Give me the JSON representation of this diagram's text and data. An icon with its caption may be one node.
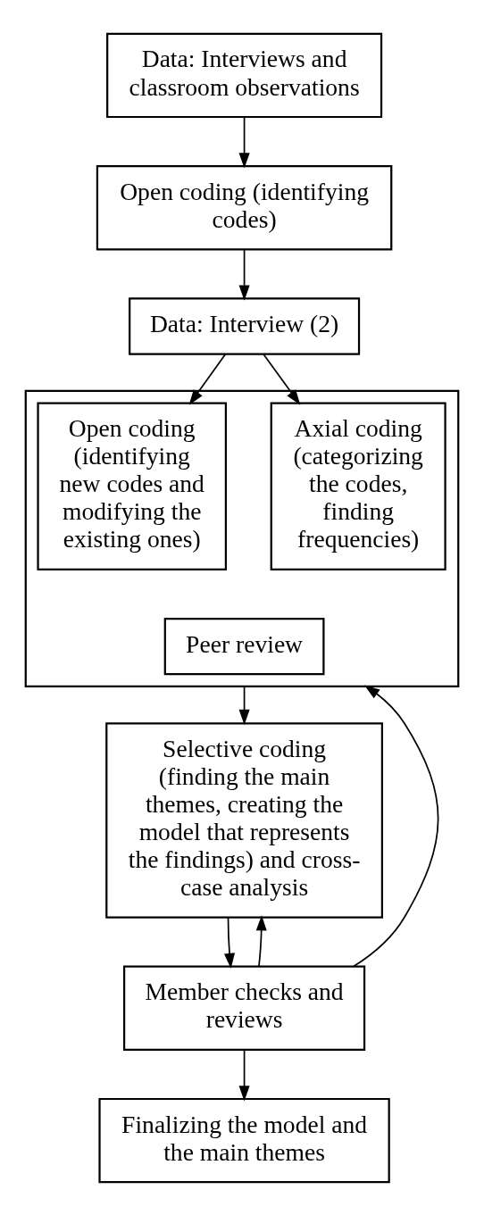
{
  "diagram": {
    "nodes": [
      {
        "text": [
          "Data: Interviews and classroom observations"
        ]
      },
      {
        "text": [
          "Open coding (identifying codes)"
        ]
      },
      {
        "text": [
          "Data: Interview (2)"
        ]
      },
      {
        "text": [],
        "shape": "box"
      },
      {
        "text": [
          "Open coding (identifying new codes and modifying the existing ones)"
        ],
        "in": 3
      },
      {
        "text": [
          "Axial coding (categorizing the codes, finding frequencies)"
        ],
        "in": 3
      },
      {
        "text": [
          "Peer review"
        ],
        "in": 3
      },
      {
        "text": [
          "Selective coding (finding the main themes, creating the model that represents the findings) and cross-case analysis"
        ]
      },
      {
        "text": [
          "Member checks and reviews"
        ]
      },
      {
        "text": [
          "Finalizing the model and the main themes"
        ]
      }
    ],
    "edges": [
      {
        "from": 0,
        "to": 1,
        "arrow": "to"
      },
      {
        "from": 1,
        "to": 2,
        "arrow": "to"
      },
      {
        "from": 2,
        "to": 4,
        "arrow": "to"
      },
      {
        "from": 2,
        "to": 5,
        "arrow": "to"
      },
      {
        "from": 3,
        "to": 7,
        "arrow": "to"
      },
      {
        "from": 7,
        "to": 8,
        "arrow": "to"
      },
      {
        "from": 8,
        "to": 9,
        "arrow": "to"
      },
      {
        "from": 8,
        "to": 7,
        "arrow": "to"
      },
      {
        "from": 8,
        "to": 3,
        "arrow": "to"
      }
    ]
  }
}
